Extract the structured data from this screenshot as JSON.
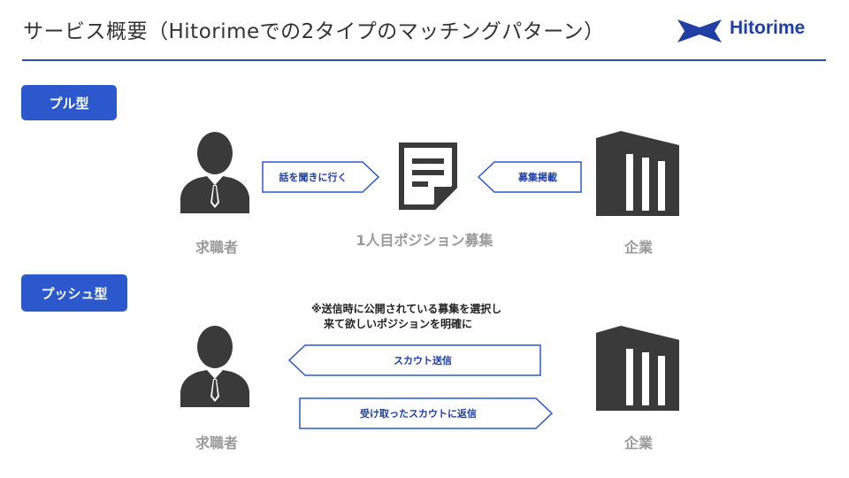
{
  "header": {
    "title": "サービス概要（Hitorimeでの2タイプのマッチングパターン）",
    "logo_text": "Hitorime"
  },
  "pull": {
    "tag": "プル型",
    "seeker_label": "求職者",
    "job_label": "1人目ポジション募集",
    "company_label": "企業",
    "left_arrow_text": "話を聞きに行く",
    "right_arrow_text": "募集掲載"
  },
  "push": {
    "tag": "プッシュ型",
    "note_line1": "※送信時に公開されている募集を選択し",
    "note_line2": "来て欲しいポジションを明確に",
    "scout_send": "スカウト送信",
    "scout_reply": "受け取ったスカウトに返信",
    "seeker_label": "求職者",
    "company_label": "企業"
  },
  "colors": {
    "accent": "#2b58cc",
    "icon_gray": "#3a3a3a",
    "label_gray": "#9a9a9a",
    "rule": "#2b4fbf"
  }
}
